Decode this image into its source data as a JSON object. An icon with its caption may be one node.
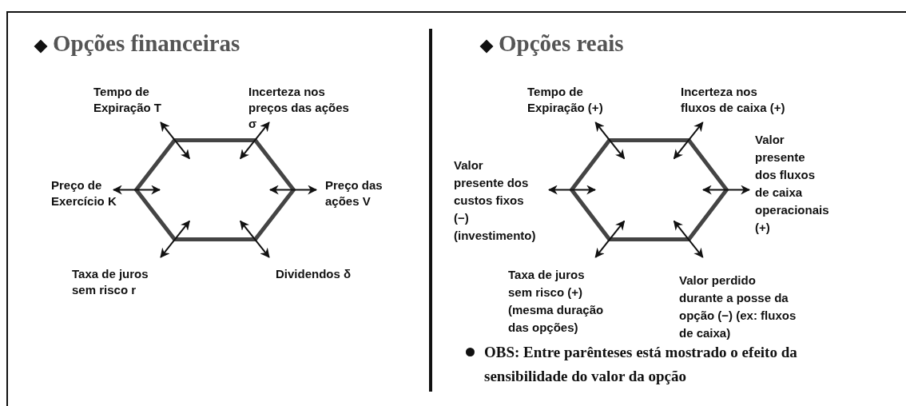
{
  "diagram": {
    "nodes": [
      {
        "text": [],
        "shape": "hexagon"
      },
      {
        "text": [
          "Tempo de Expiração T"
        ]
      },
      {
        "text": [
          "Incerteza nos preços das ações σ"
        ]
      },
      {
        "text": [
          "Preço de Exercício K"
        ]
      },
      {
        "text": [
          "Preço das ações V"
        ]
      },
      {
        "text": [
          "Taxa de juros sem risco r"
        ]
      },
      {
        "text": [
          "Dividendos δ"
        ]
      },
      {
        "text": [],
        "shape": "hexagon"
      },
      {
        "text": [
          "Tempo de Expiração (+)"
        ]
      },
      {
        "text": [
          "Incerteza nos fluxos de caixa (+)"
        ]
      },
      {
        "text": [
          "Valor presente dos custos fixos (−) (investimento)"
        ]
      },
      {
        "text": [
          "Valor presente dos fluxos de caixa operacionais (+)"
        ]
      },
      {
        "text": [
          "Taxa de juros sem risco (+) (mesma duração das opções)"
        ]
      },
      {
        "text": [
          "Valor perdido durante a posse da opção (−) (ex: fluxos de caixa)"
        ]
      }
    ],
    "edges": [
      {
        "from": 1,
        "to": 0,
        "arrow": "both"
      },
      {
        "from": 2,
        "to": 0,
        "arrow": "both"
      },
      {
        "from": 3,
        "to": 0,
        "arrow": "both"
      },
      {
        "from": 4,
        "to": 0,
        "arrow": "both"
      },
      {
        "from": 5,
        "to": 0,
        "arrow": "both"
      },
      {
        "from": 6,
        "to": 0,
        "arrow": "both"
      },
      {
        "from": 8,
        "to": 7,
        "arrow": "both"
      },
      {
        "from": 9,
        "to": 7,
        "arrow": "both"
      },
      {
        "from": 10,
        "to": 7,
        "arrow": "both"
      },
      {
        "from": 11,
        "to": 7,
        "arrow": "both"
      },
      {
        "from": 12,
        "to": 7,
        "arrow": "both"
      },
      {
        "from": 13,
        "to": 7,
        "arrow": "both"
      }
    ],
    "labels": [
      "Opções financeiras",
      "Opções reais",
      "OBS: Entre parênteses está mostrado o efeito da sensibilidade do valor da opção"
    ]
  }
}
